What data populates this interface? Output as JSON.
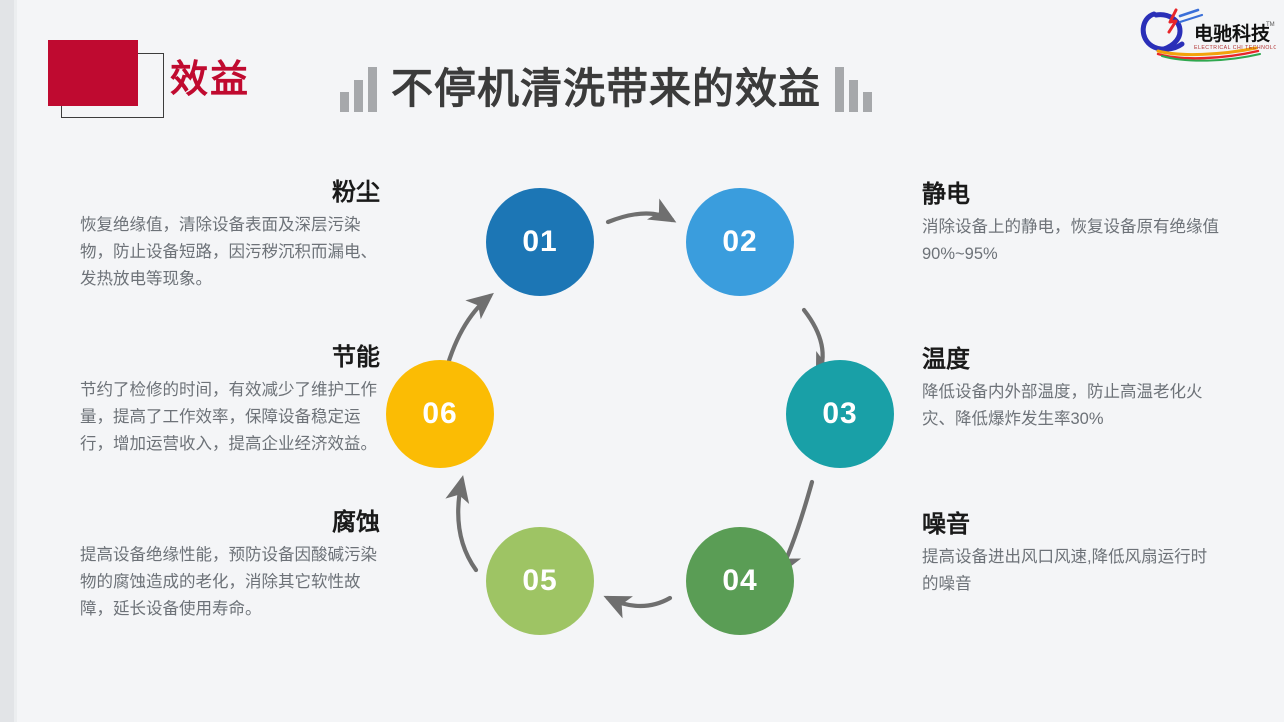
{
  "theme": {
    "background": "#f4f5f7",
    "badge_red": "#bf0a30",
    "badge_label_color": "#c00a2f",
    "title_color": "#3b3b3b",
    "heading_color": "#1a1a1a",
    "body_color": "#6d7278",
    "arrow_color": "#6f6f6f"
  },
  "header": {
    "badge_label": "效益",
    "title": "不停机清洗带来的效益",
    "bars_left_icon": "ascending-bars-icon",
    "bars_right_icon": "descending-bars-icon"
  },
  "logo": {
    "brand_cn": "电驰科技",
    "brand_en": "ELECTRICAL CHI TECHNOLOGY",
    "trademark": "TM"
  },
  "cycle": {
    "nodes": [
      {
        "number": "01",
        "color": "#1c76b5",
        "topic": "粉尘"
      },
      {
        "number": "02",
        "color": "#3a9ddd",
        "topic": "静电"
      },
      {
        "number": "03",
        "color": "#19a0a7",
        "topic": "温度"
      },
      {
        "number": "04",
        "color": "#5a9d55",
        "topic": "噪音"
      },
      {
        "number": "05",
        "color": "#9ec464",
        "topic": "腐蚀"
      },
      {
        "number": "06",
        "color": "#fbbc04",
        "topic": "节能"
      }
    ]
  },
  "blocks": {
    "dust": {
      "heading": "粉尘",
      "body": "恢复绝缘值，清除设备表面及深层污染物，防止设备短路，因污秽沉积而漏电、发热放电等现象。"
    },
    "energy": {
      "heading": "节能",
      "body": "节约了检修的时间，有效减少了维护工作量，提高了工作效率，保障设备稳定运行，增加运营收入，提高企业经济效益。"
    },
    "corrosion": {
      "heading": "腐蚀",
      "body": "提高设备绝缘性能，预防设备因酸碱污染物的腐蚀造成的老化，消除其它软性故障，延长设备使用寿命。"
    },
    "static": {
      "heading": "静电",
      "body": "消除设备上的静电，恢复设备原有绝缘值90%~95%"
    },
    "temperature": {
      "heading": "温度",
      "body": "降低设备内外部温度，防止高温老化火灾、降低爆炸发生率30%"
    },
    "noise": {
      "heading": "噪音",
      "body": "提高设备进出风口风速,降低风扇运行时的噪音"
    }
  }
}
